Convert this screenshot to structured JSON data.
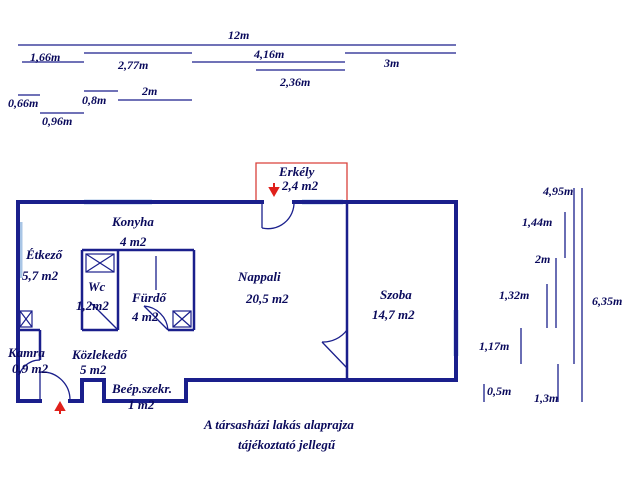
{
  "dimensions": {
    "total": "12m",
    "d1": "1,66m",
    "d2": "2,77m",
    "d3": "4,16m",
    "d4": "3m",
    "d5": "2,36m",
    "d6": "2m",
    "d7": "0,8m",
    "d8": "0,66m",
    "d9": "0,96m",
    "r1": "4,95m",
    "r2": "1,44m",
    "r3": "2m",
    "r4": "1,32m",
    "r5": "6,35m",
    "r6": "1,17m",
    "r7": "0,5m",
    "r8": "1,3m"
  },
  "rooms": {
    "erkely": {
      "name": "Erkély",
      "area": "2,4 m2"
    },
    "konyha": {
      "name": "Konyha",
      "area": "4 m2"
    },
    "etkezo": {
      "name": "Étkező",
      "area": "5,7 m2"
    },
    "wc": {
      "name": "Wc",
      "area": "1,2m2"
    },
    "furdo": {
      "name": "Fürdő",
      "area": "4 m2"
    },
    "nappali": {
      "name": "Nappali",
      "area": "20,5 m2"
    },
    "szoba": {
      "name": "Szoba",
      "area": "14,7 m2"
    },
    "kamra": {
      "name": "Kamra",
      "area": "0,9 m2"
    },
    "kozlekedo": {
      "name": "Közlekedő",
      "area": "5 m2"
    },
    "beepszek": {
      "name": "Beép.szekr.",
      "area": "1 m2"
    }
  },
  "caption": {
    "line1": "A társasházi lakás alaprajza",
    "line2": "tájékoztató jellegű"
  },
  "colors": {
    "wall": "#1a1f8c",
    "text": "#0a0a5c",
    "window": "#a9c6e6",
    "balcony": "#d9413b",
    "arrow": "#e0201b"
  }
}
